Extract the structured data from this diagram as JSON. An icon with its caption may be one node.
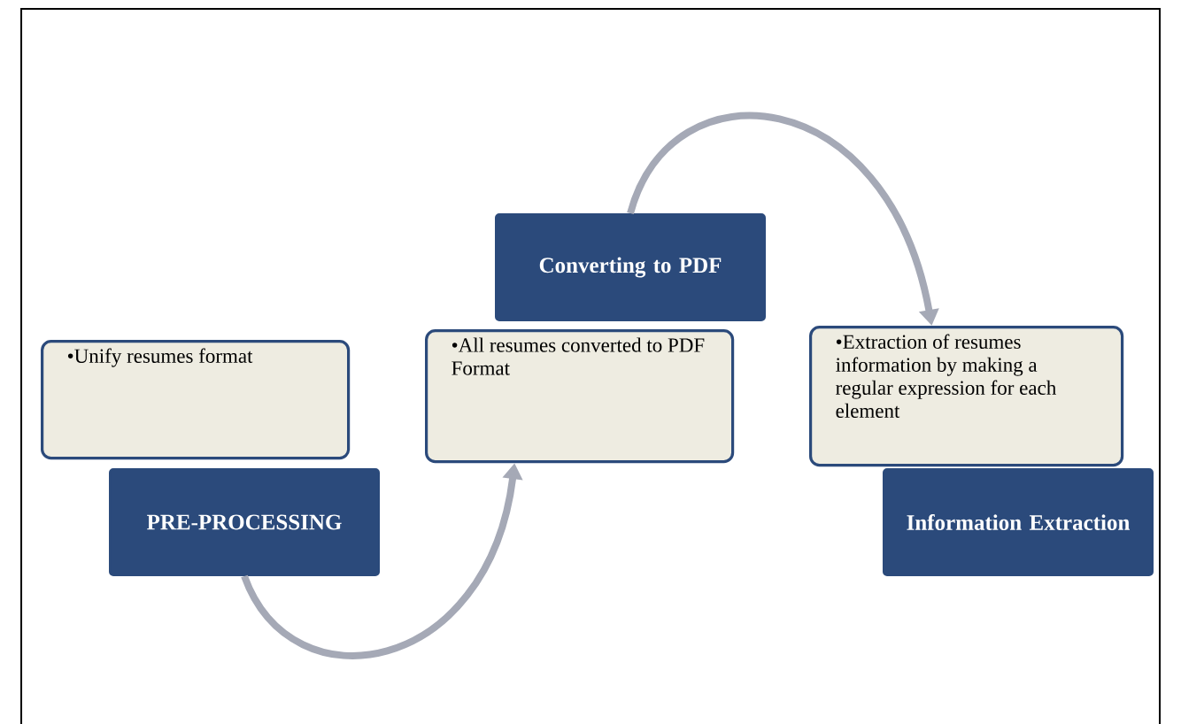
{
  "diagram": {
    "nodes": [
      {
        "text": [
          "•Unify resumes format"
        ]
      },
      {
        "text": [
          "PRE-PROCESSING"
        ]
      },
      {
        "text": [
          "Converting to PDF"
        ]
      },
      {
        "text": [
          "•All resumes converted to PDF Format"
        ]
      },
      {
        "text": [
          "•Extraction of resumes information by making a regular expression for each element"
        ]
      },
      {
        "text": [
          "Information Extraction"
        ]
      }
    ],
    "edges": [
      {
        "from": 1,
        "to": 3,
        "arrow": "to"
      },
      {
        "from": 2,
        "to": 4,
        "arrow": "to"
      }
    ]
  }
}
